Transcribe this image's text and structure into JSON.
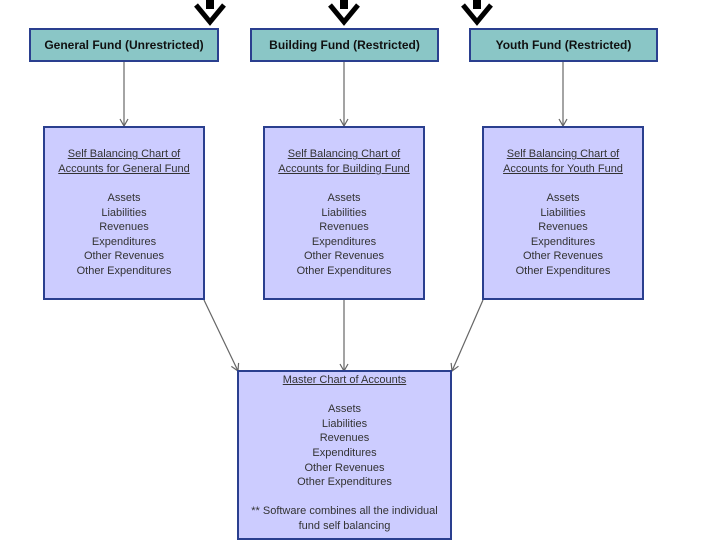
{
  "funds": [
    {
      "label": "General Fund (Unrestricted)"
    },
    {
      "label": "Building Fund (Restricted)"
    },
    {
      "label": "Youth Fund (Restricted)"
    }
  ],
  "fund_charts": [
    {
      "title": "Self Balancing Chart of Accounts for General Fund",
      "accounts": [
        "Assets",
        "Liabilities",
        "Revenues",
        "Expenditures",
        "Other Revenues",
        "Other Expenditures"
      ]
    },
    {
      "title": "Self Balancing Chart of Accounts for Building Fund",
      "accounts": [
        "Assets",
        "Liabilities",
        "Revenues",
        "Expenditures",
        "Other Revenues",
        "Other Expenditures"
      ]
    },
    {
      "title": "Self Balancing Chart of Accounts for Youth Fund",
      "accounts": [
        "Assets",
        "Liabilities",
        "Revenues",
        "Expenditures",
        "Other Revenues",
        "Other Expenditures"
      ]
    }
  ],
  "master": {
    "title": "Master Chart of Accounts",
    "accounts": [
      "Assets",
      "Liabilities",
      "Revenues",
      "Expenditures",
      "Other Revenues",
      "Other Expenditures"
    ],
    "note": "** Software combines all the individual fund self balancing"
  },
  "colors": {
    "fund_fill": "#8ac6c6",
    "chart_fill": "#ccccff",
    "border": "#2a3f8f",
    "connector": "#666666",
    "entry_arrow": "#000000"
  }
}
